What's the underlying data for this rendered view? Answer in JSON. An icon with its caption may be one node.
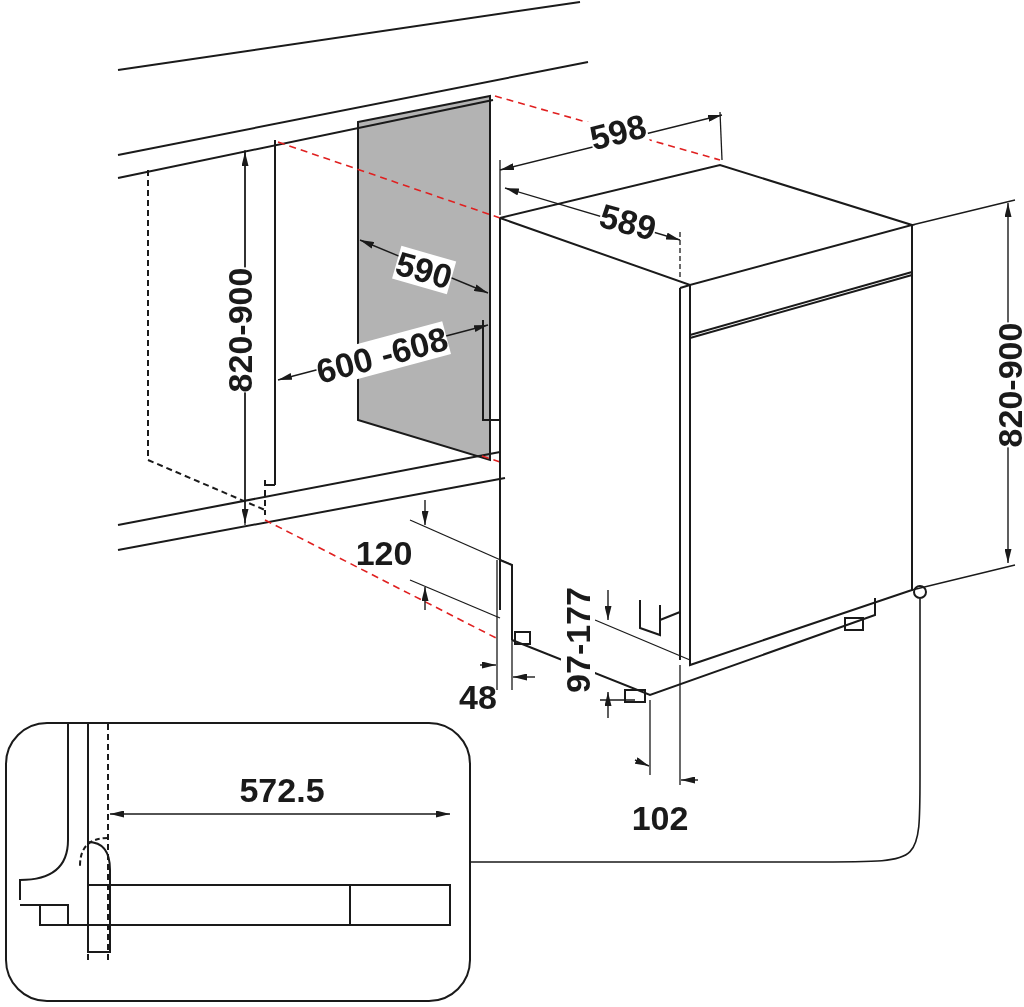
{
  "diagram": {
    "nodes": [
      {
        "text": [],
        "shape": "circle"
      },
      {
        "text": [],
        "shape": "box"
      }
    ],
    "edges": [
      {
        "from": 0,
        "to": 1,
        "arrow": "none"
      }
    ],
    "labels": [
      "598",
      "589",
      "590",
      "820-900",
      "600 -608",
      "820-900",
      "120",
      "97-177",
      "48",
      "102",
      "572.5"
    ]
  }
}
